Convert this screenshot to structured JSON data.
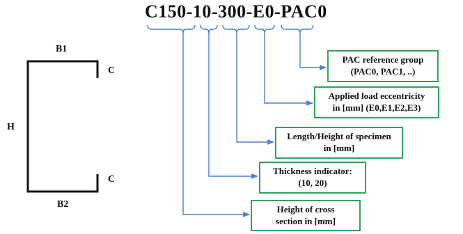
{
  "code": "C150-10-300-E0-PAC0",
  "section_labels": {
    "b1": "B1",
    "b2": "B2",
    "h": "H",
    "c_top": "C",
    "c_bottom": "C"
  },
  "boxes": [
    {
      "line1": "PAC reference group",
      "line2": "(PAC0, PAC1, ..)"
    },
    {
      "line1": "Applied load eccentricity",
      "line2": "in [mm] (E0,E1,E2,E3)"
    },
    {
      "line1": "Length/Height of specimen",
      "line2": "in [mm]"
    },
    {
      "line1": "Thickness indicator:",
      "line2": "(10, 20)"
    },
    {
      "line1": "Height of cross",
      "line2": "section in [mm]"
    }
  ],
  "colors": {
    "connector": "#4a7fd0",
    "box_border": "#2fa35a",
    "section": "#111111"
  }
}
